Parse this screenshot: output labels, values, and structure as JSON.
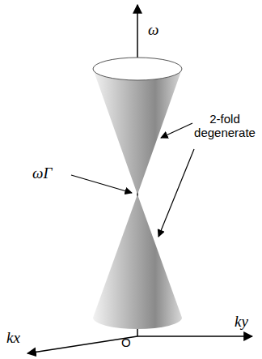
{
  "diagram": {
    "labels": [
      "ω",
      "ωΓ",
      "2-fold degenerate",
      "O",
      "ky",
      "kx"
    ]
  }
}
